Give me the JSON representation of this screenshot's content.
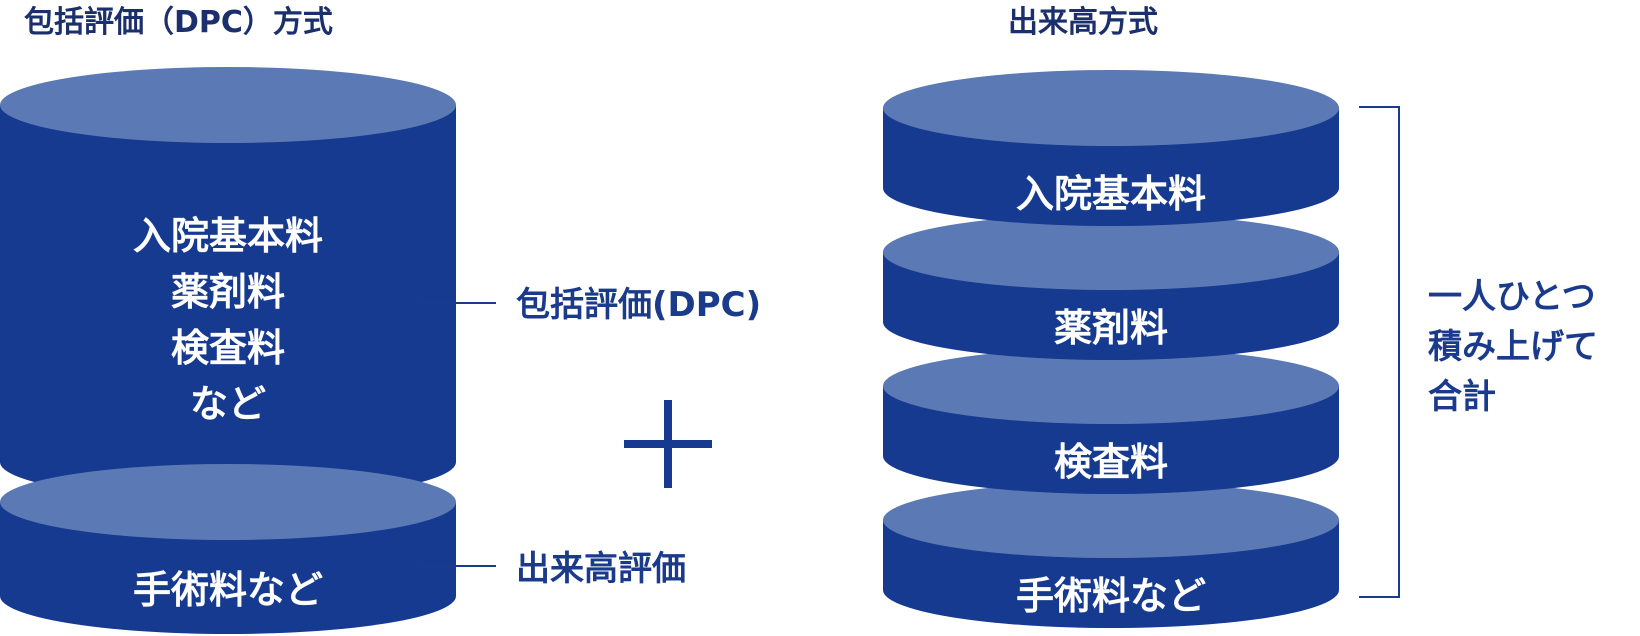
{
  "left": {
    "heading": "包括評価（DPC）方式",
    "main_cylinder_lines": [
      "入院基本料",
      "薬剤料",
      "検査料",
      "など"
    ],
    "bottom_cylinder_label": "手術料など",
    "callout_dpc": "包括評価(DPC)",
    "callout_fee": "出来高評価"
  },
  "plus_sign": "＋",
  "right": {
    "heading": "出来高方式",
    "disks": [
      "入院基本料",
      "薬剤料",
      "検査料",
      "手術料など"
    ],
    "note_lines": [
      "一人ひとつ",
      "積み上げて",
      "合計"
    ]
  },
  "colors": {
    "body": "#153a8f",
    "top": "#5a79b5",
    "line": "#1a3a8c"
  }
}
